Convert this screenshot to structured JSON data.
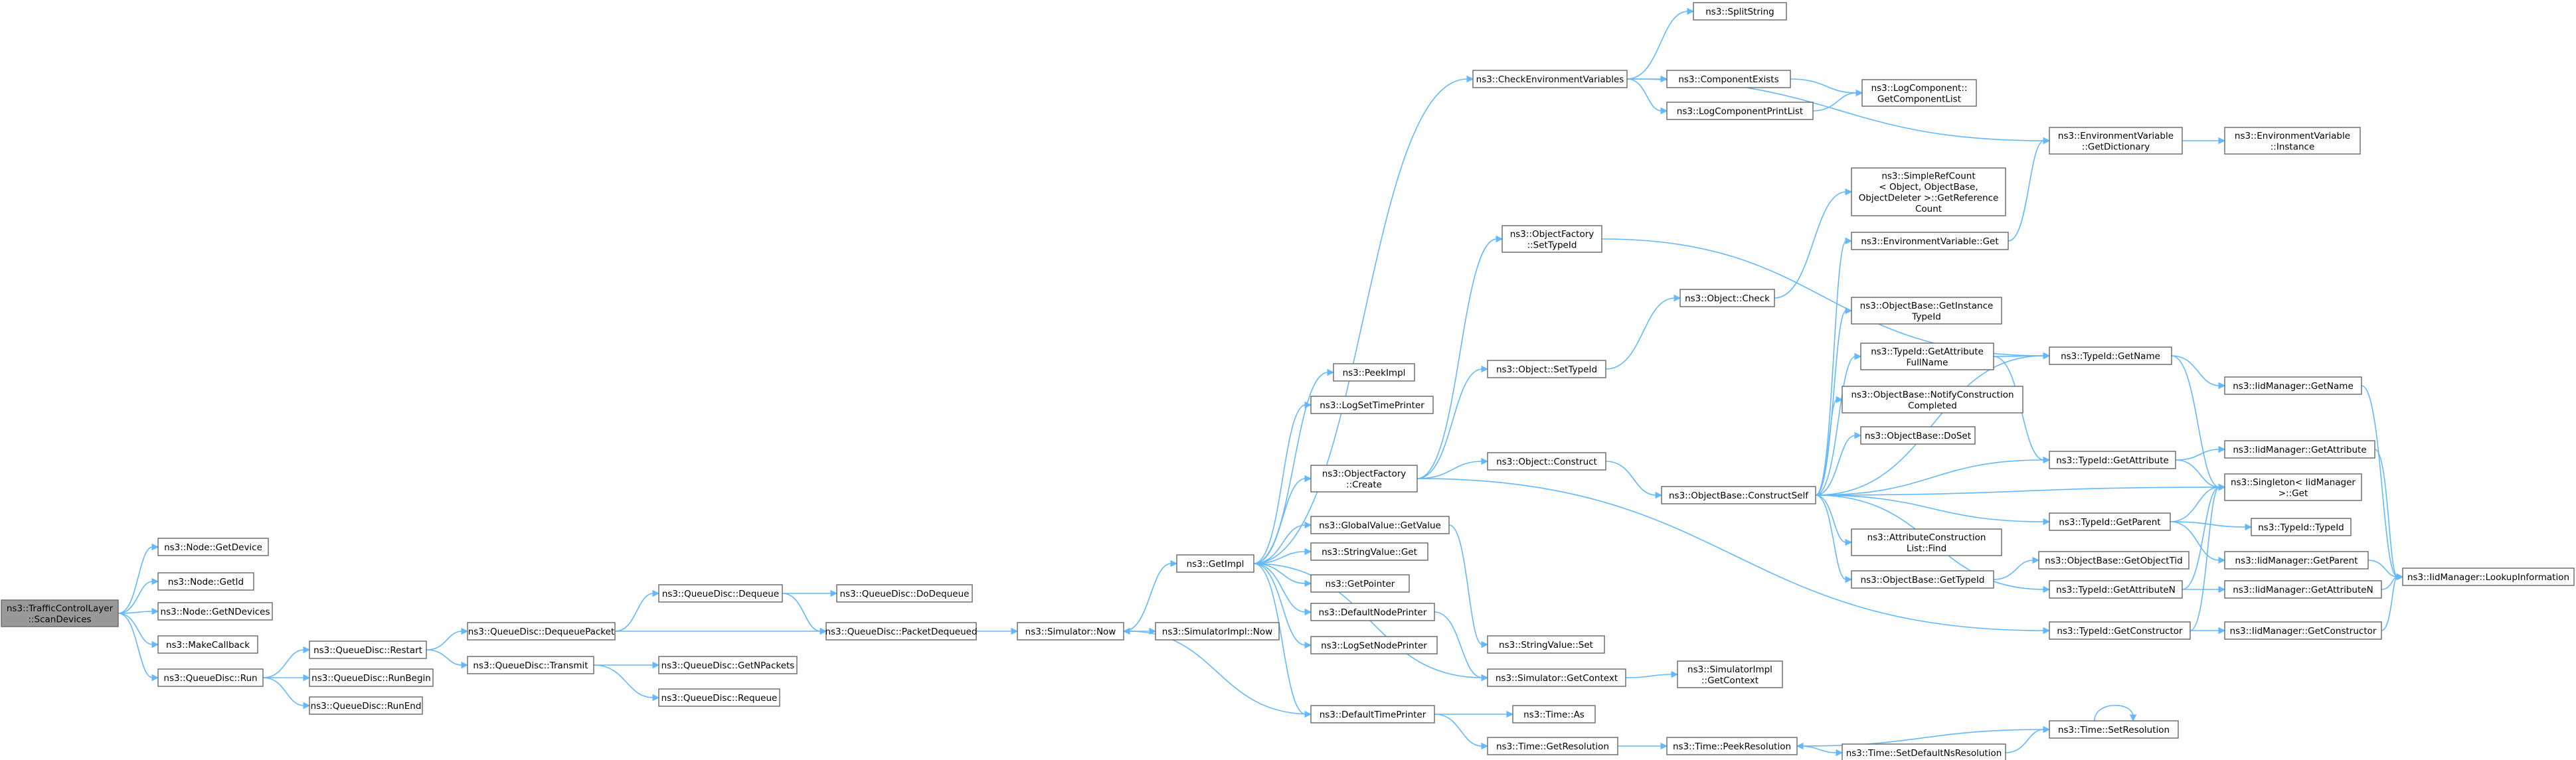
{
  "style": {
    "root_fill": "#999999",
    "node_fill": "#ffffff",
    "node_stroke": "#666666",
    "highlight_stroke": "#ff0000",
    "edge_color": "#63b8ff"
  },
  "nodes": [
    {
      "id": "root",
      "lines": [
        "ns3::TrafficControlLayer",
        "::ScanDevices"
      ]
    },
    {
      "id": "getdevice",
      "lines": [
        "ns3::Node::GetDevice"
      ]
    },
    {
      "id": "getid",
      "lines": [
        "ns3::Node::GetId"
      ]
    },
    {
      "id": "getndevices",
      "lines": [
        "ns3::Node::GetNDevices"
      ]
    },
    {
      "id": "makecallback",
      "lines": [
        "ns3::MakeCallback"
      ]
    },
    {
      "id": "qdrun",
      "lines": [
        "ns3::QueueDisc::Run"
      ]
    },
    {
      "id": "qdrestart",
      "lines": [
        "ns3::QueueDisc::Restart"
      ]
    },
    {
      "id": "qdrunbegin",
      "lines": [
        "ns3::QueueDisc::RunBegin"
      ]
    },
    {
      "id": "qdrunend",
      "lines": [
        "ns3::QueueDisc::RunEnd"
      ]
    },
    {
      "id": "qddeqpkt",
      "lines": [
        "ns3::QueueDisc::DequeuePacket"
      ]
    },
    {
      "id": "qdtransmit",
      "lines": [
        "ns3::QueueDisc::Transmit"
      ]
    },
    {
      "id": "qddequeue",
      "lines": [
        "ns3::QueueDisc::Dequeue"
      ]
    },
    {
      "id": "qddodequeue",
      "lines": [
        "ns3::QueueDisc::DoDequeue"
      ]
    },
    {
      "id": "qdpktdeq",
      "lines": [
        "ns3::QueueDisc::PacketDequeued"
      ]
    },
    {
      "id": "qdgetn",
      "lines": [
        "ns3::QueueDisc::GetNPackets"
      ]
    },
    {
      "id": "qdrequeue",
      "lines": [
        "ns3::QueueDisc::Requeue"
      ]
    },
    {
      "id": "simnow",
      "lines": [
        "ns3::Simulator::Now"
      ]
    },
    {
      "id": "simimplnow",
      "lines": [
        "ns3::SimulatorImpl::Now"
      ]
    },
    {
      "id": "getimpl",
      "lines": [
        "ns3::GetImpl"
      ]
    },
    {
      "id": "peekimpl",
      "lines": [
        "ns3::PeekImpl"
      ]
    },
    {
      "id": "logsettime",
      "lines": [
        "ns3::LogSetTimePrinter"
      ]
    },
    {
      "id": "ofcreate",
      "lines": [
        "ns3::ObjectFactory",
        "::Create"
      ]
    },
    {
      "id": "gvgetvalue",
      "lines": [
        "ns3::GlobalValue::GetValue"
      ]
    },
    {
      "id": "svget",
      "lines": [
        "ns3::StringValue::Get"
      ]
    },
    {
      "id": "getpointer",
      "lines": [
        "ns3::GetPointer"
      ]
    },
    {
      "id": "defnodeprinter",
      "lines": [
        "ns3::DefaultNodePrinter"
      ]
    },
    {
      "id": "logsetnode",
      "lines": [
        "ns3::LogSetNodePrinter"
      ]
    },
    {
      "id": "deftimeprinter",
      "lines": [
        "ns3::DefaultTimePrinter"
      ]
    },
    {
      "id": "checkenv",
      "lines": [
        "ns3::CheckEnvironmentVariables"
      ]
    },
    {
      "id": "splitstring",
      "lines": [
        "ns3::SplitString"
      ]
    },
    {
      "id": "compexists",
      "lines": [
        "ns3::ComponentExists"
      ]
    },
    {
      "id": "logcompprint",
      "lines": [
        "ns3::LogComponentPrintList"
      ]
    },
    {
      "id": "logcompget",
      "lines": [
        "ns3::LogComponent::",
        "GetComponentList"
      ]
    },
    {
      "id": "ofsettypeid",
      "lines": [
        "ns3::ObjectFactory",
        "::SetTypeId"
      ]
    },
    {
      "id": "objsettypeid",
      "lines": [
        "ns3::Object::SetTypeId"
      ]
    },
    {
      "id": "objconstruct",
      "lines": [
        "ns3::Object::Construct"
      ]
    },
    {
      "id": "objcheck",
      "lines": [
        "ns3::Object::Check"
      ]
    },
    {
      "id": "obcself",
      "lines": [
        "ns3::ObjectBase::ConstructSelf"
      ]
    },
    {
      "id": "svset",
      "lines": [
        "ns3::StringValue::Set"
      ]
    },
    {
      "id": "simgetctx",
      "lines": [
        "ns3::Simulator::GetContext"
      ]
    },
    {
      "id": "simimplgetctx",
      "lines": [
        "ns3::SimulatorImpl",
        "::GetContext"
      ]
    },
    {
      "id": "timeas",
      "lines": [
        "ns3::Time::As"
      ]
    },
    {
      "id": "timegetres",
      "lines": [
        "ns3::Time::GetResolution"
      ]
    },
    {
      "id": "simplerefcount",
      "lines": [
        "ns3::SimpleRefCount",
        "< Object, ObjectBase,",
        "ObjectDeleter >::GetReference",
        "Count"
      ]
    },
    {
      "id": "envget",
      "lines": [
        "ns3::EnvironmentVariable::Get"
      ]
    },
    {
      "id": "obgetinst",
      "lines": [
        "ns3::ObjectBase::GetInstance",
        "TypeId"
      ]
    },
    {
      "id": "tidgetattrfull",
      "lines": [
        "ns3::TypeId::GetAttribute",
        "FullName"
      ]
    },
    {
      "id": "obnotify",
      "lines": [
        "ns3::ObjectBase::NotifyConstruction",
        "Completed"
      ]
    },
    {
      "id": "obdoset",
      "lines": [
        "ns3::ObjectBase::DoSet"
      ]
    },
    {
      "id": "acfind",
      "lines": [
        "ns3::AttributeConstruction",
        "List::Find"
      ]
    },
    {
      "id": "obgettypeid",
      "lines": [
        "ns3::ObjectBase::GetTypeId"
      ]
    },
    {
      "id": "timepeekres",
      "lines": [
        "ns3::Time::PeekResolution"
      ]
    },
    {
      "id": "timesetdef",
      "lines": [
        "ns3::Time::SetDefaultNsResolution"
      ]
    },
    {
      "id": "envgetdict",
      "lines": [
        "ns3::EnvironmentVariable",
        "::GetDictionary"
      ]
    },
    {
      "id": "envinstance",
      "lines": [
        "ns3::EnvironmentVariable",
        "::Instance"
      ]
    },
    {
      "id": "tidgetname",
      "lines": [
        "ns3::TypeId::GetName"
      ]
    },
    {
      "id": "tidgetattr",
      "lines": [
        "ns3::TypeId::GetAttribute"
      ]
    },
    {
      "id": "tidgetparent",
      "lines": [
        "ns3::TypeId::GetParent"
      ]
    },
    {
      "id": "obgetobjtid",
      "lines": [
        "ns3::ObjectBase::GetObjectTid"
      ]
    },
    {
      "id": "tidgetattrn",
      "lines": [
        "ns3::TypeId::GetAttributeN"
      ]
    },
    {
      "id": "tidgetctor",
      "lines": [
        "ns3::TypeId::GetConstructor"
      ]
    },
    {
      "id": "timesetres",
      "lines": [
        "ns3::Time::SetResolution"
      ]
    },
    {
      "id": "iidgetname",
      "lines": [
        "ns3::IidManager::GetName"
      ]
    },
    {
      "id": "iidgetattr",
      "lines": [
        "ns3::IidManager::GetAttribute"
      ]
    },
    {
      "id": "singletonget",
      "lines": [
        "ns3::Singleton< IidManager",
        ">::Get"
      ]
    },
    {
      "id": "tidtypeid",
      "lines": [
        "ns3::TypeId::TypeId"
      ]
    },
    {
      "id": "iidgetparent",
      "lines": [
        "ns3::IidManager::GetParent"
      ]
    },
    {
      "id": "iidgetattrn",
      "lines": [
        "ns3::IidManager::GetAttributeN"
      ]
    },
    {
      "id": "iidgetctor",
      "lines": [
        "ns3::IidManager::GetConstructor"
      ]
    },
    {
      "id": "iidlookup",
      "lines": [
        "ns3::IidManager::LookupInformation"
      ]
    }
  ]
}
